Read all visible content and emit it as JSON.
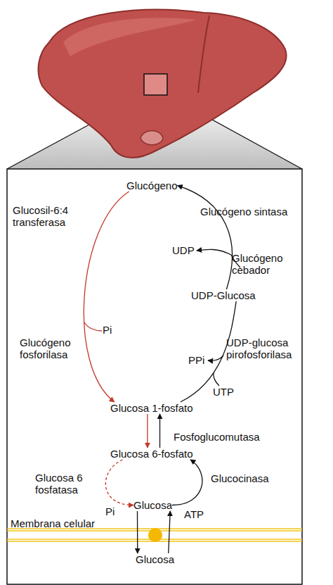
{
  "diagram": {
    "nodes": [
      {
        "text": [
          "Glucógeno"
        ]
      },
      {
        "text": [
          "UDP-Glucosa"
        ]
      },
      {
        "text": [
          "Glucosa 1-fosfato"
        ]
      },
      {
        "text": [
          "Glucosa 6-fosfato"
        ]
      },
      {
        "text": [
          "Glucosa"
        ]
      },
      {
        "text": [
          "Glucosa"
        ]
      }
    ],
    "edges": [
      {
        "from": 0,
        "to": 2,
        "arrow": "to"
      },
      {
        "from": 2,
        "to": 1,
        "arrow": "none"
      },
      {
        "from": 1,
        "to": 0,
        "arrow": "to"
      },
      {
        "from": 2,
        "to": 3,
        "arrow": "to"
      },
      {
        "from": 3,
        "to": 2,
        "arrow": "to"
      },
      {
        "from": 3,
        "to": 4,
        "arrow": "to"
      },
      {
        "from": 4,
        "to": 3,
        "arrow": "to"
      },
      {
        "from": 4,
        "to": 5,
        "arrow": "to"
      },
      {
        "from": 5,
        "to": 4,
        "arrow": "to"
      }
    ],
    "labels": [
      "Glucosil-6:4 transferasa",
      "Glucógeno sintasa",
      "UDP",
      "Glucógeno cebador",
      "Pi",
      "Glucógeno fosforilasa",
      "UDP-glucosa pirofosforilasa",
      "PPi",
      "UTP",
      "Fosfoglucomutasa",
      "Glucocinasa",
      "Glucosa 6 fosfatasa",
      "Pi",
      "ATP",
      "Membrana celular"
    ]
  }
}
